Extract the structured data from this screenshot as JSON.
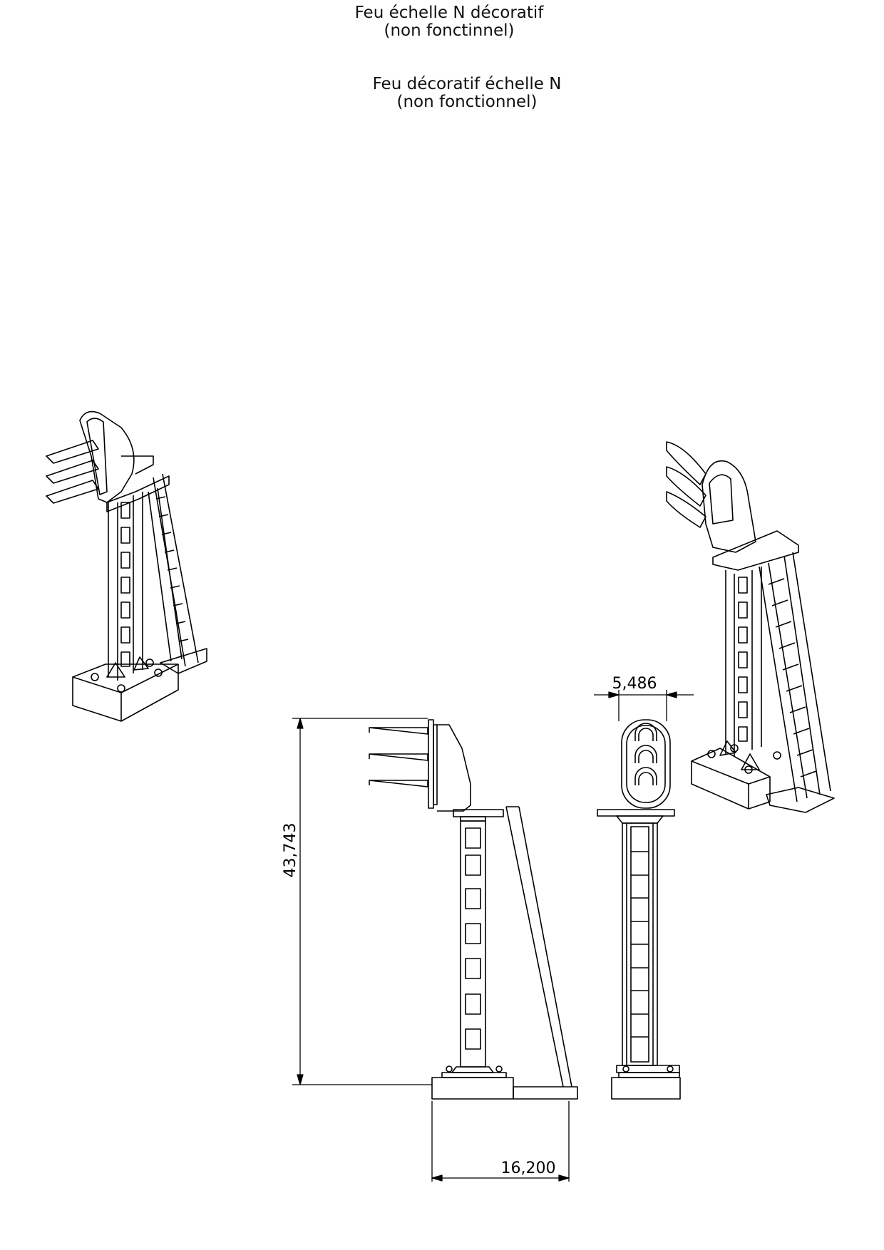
{
  "titles": {
    "title1": {
      "line1": "Feu échelle N décoratif",
      "line2": "(non fonctinnel)"
    },
    "title2": {
      "line1": "Feu décoratif échelle N",
      "line2": "(non fonctionnel)"
    }
  },
  "dimensions": {
    "height": "43,743",
    "width": "16,200",
    "head_width": "5,486"
  },
  "colors": {
    "line": "#000000",
    "background": "#ffffff"
  },
  "views": [
    "isometric-left",
    "front-elevation",
    "side-elevation",
    "isometric-right"
  ]
}
